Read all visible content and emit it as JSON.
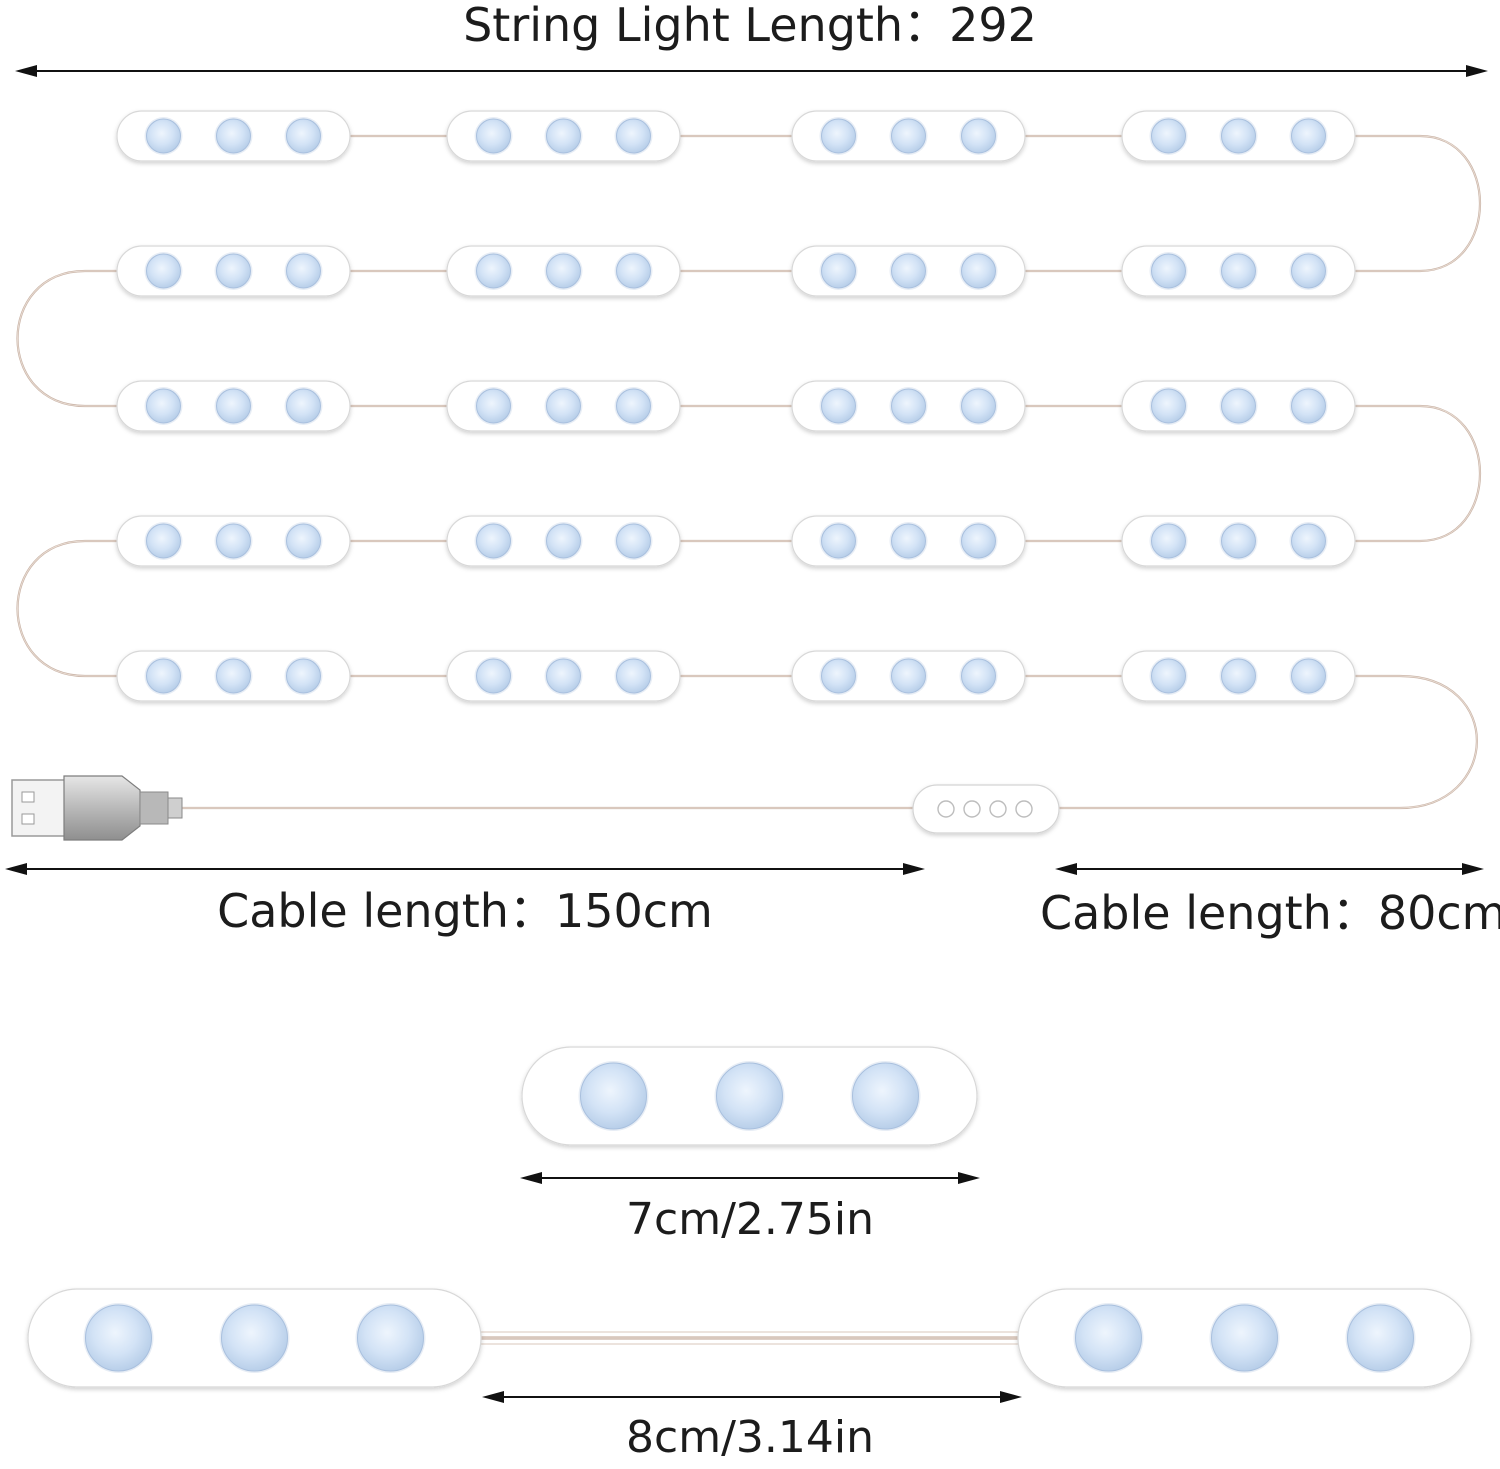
{
  "labels": {
    "string_length": "String Light Length：292",
    "cable_left": "Cable length：150cm",
    "cable_right": "Cable length：80cm",
    "module_length": "7cm/2.75in",
    "spacing_length": "8cm/3.14in"
  },
  "product": {
    "rows": 5,
    "modules_per_row": 4,
    "leds_per_module": 3,
    "controller_buttons": 4,
    "plug": "usb-plug"
  },
  "colors": {
    "led": "#cfe0f5",
    "module_body": "#ffffff",
    "wire": "#c9b3a6",
    "arrow": "#111111",
    "text": "#1c1c1c"
  }
}
